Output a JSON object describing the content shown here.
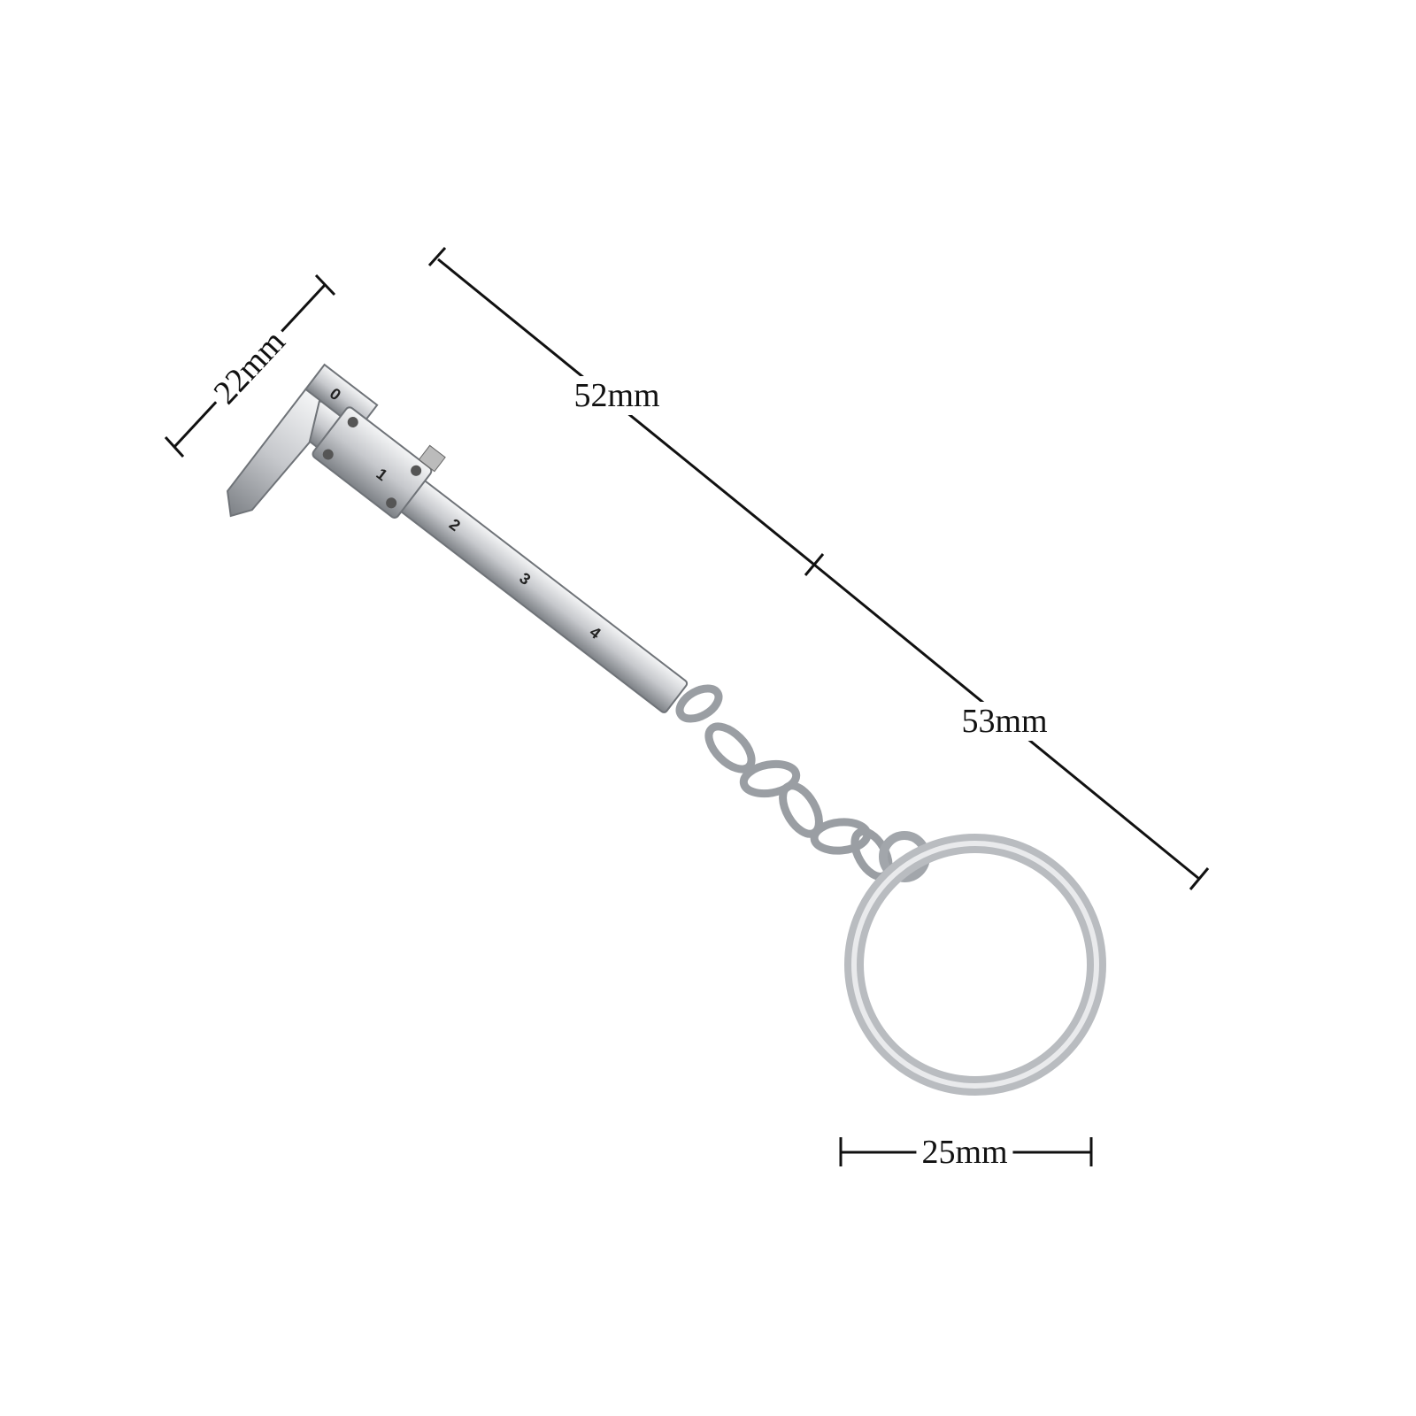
{
  "dimensions": {
    "jaw_width": "22mm",
    "caliper_length": "52mm",
    "chain_length": "53mm",
    "ring_diameter": "25mm"
  },
  "caliper_scale": [
    "0",
    "1",
    "2",
    "3",
    "4"
  ],
  "colors": {
    "line": "#111111",
    "metal": "#c9cbcf",
    "metal_dark": "#6f7378"
  }
}
